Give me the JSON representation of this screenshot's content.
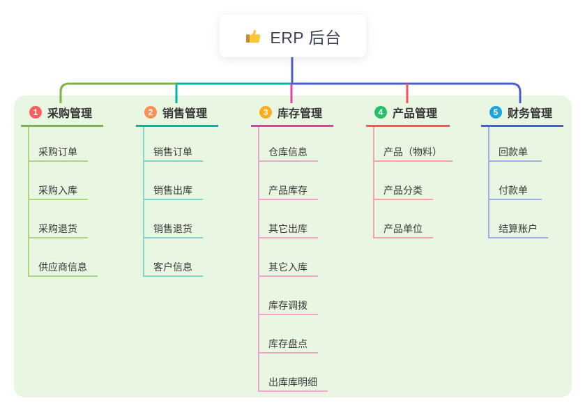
{
  "root": {
    "label": "ERP 后台",
    "icon": "thumbs-up"
  },
  "branches": [
    {
      "number": "1",
      "label": "采购管理",
      "badge_color": "#f95e62",
      "line_color": "#7cb342",
      "child_line_color": "#a9d67e",
      "children": [
        "采购订单",
        "采购入库",
        "采购退货",
        "供应商信息"
      ]
    },
    {
      "number": "2",
      "label": "销售管理",
      "badge_color": "#fd9053",
      "line_color": "#00b3a6",
      "child_line_color": "#7fd4cb",
      "children": [
        "销售订单",
        "销售出库",
        "销售退货",
        "客户信息"
      ]
    },
    {
      "number": "3",
      "label": "库存管理",
      "badge_color": "#fbae1c",
      "line_color": "#de3fa2",
      "child_line_color": "#f0a3cb",
      "children": [
        "仓库信息",
        "产品库存",
        "其它出库",
        "其它入库",
        "库存调拨",
        "库存盘点",
        "出库库明细"
      ]
    },
    {
      "number": "4",
      "label": "产品管理",
      "badge_color": "#27bf67",
      "line_color": "#f9545c",
      "child_line_color": "#f9a2a0",
      "children": [
        "产品（物料）",
        "产品分类",
        "产品单位"
      ]
    },
    {
      "number": "5",
      "label": "财务管理",
      "badge_color": "#1ba7e0",
      "line_color": "#4a5ed0",
      "child_line_color": "#9fade8",
      "children": [
        "回款单",
        "付款单",
        "结算账户"
      ]
    }
  ],
  "colors": {
    "canvas_background": "#ffffff",
    "map_background": "#e8f6e2",
    "root_connector": "#4a5ed0",
    "text": "#3a3a3a"
  }
}
